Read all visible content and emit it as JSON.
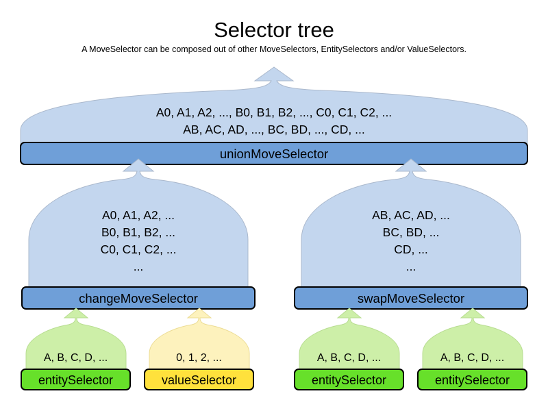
{
  "header": {
    "title": "Selector tree",
    "subtitle": "A MoveSelector can be composed out of other MoveSelectors, EntitySelectors and/or ValueSelectors."
  },
  "colors": {
    "blue_bar": "#6f9fd8",
    "blue_body": "#c3d6ee",
    "green_bar": "#67e02a",
    "green_body": "#cdefa8",
    "yellow_bar": "#ffe13c",
    "yellow_body": "#fdf2bd",
    "outline": "#000000",
    "body_outline": "#aab8cc",
    "background": "#ffffff",
    "text": "#000000"
  },
  "nodes": {
    "union": {
      "label": "unionMoveSelector",
      "lines": [
        "A0, A1, A2, ..., B0, B1, B2, ..., C0, C1, C2, ...",
        "AB, AC, AD, ..., BC, BD, ..., CD, ..."
      ]
    },
    "change": {
      "label": "changeMoveSelector",
      "lines": [
        "A0, A1, A2, ...",
        "B0, B1, B2, ...",
        "C0, C1, C2, ...",
        "..."
      ]
    },
    "swap": {
      "label": "swapMoveSelector",
      "lines": [
        "AB, AC, AD, ...",
        "BC, BD, ...",
        "CD, ...",
        "..."
      ]
    },
    "leaf1": {
      "label": "entitySelector",
      "lines": [
        "A, B, C, D, ..."
      ]
    },
    "leaf2": {
      "label": "valueSelector",
      "lines": [
        "0, 1, 2, ..."
      ]
    },
    "leaf3": {
      "label": "entitySelector",
      "lines": [
        "A, B, C, D, ..."
      ]
    },
    "leaf4": {
      "label": "entitySelector",
      "lines": [
        "A, B, C, D, ..."
      ]
    }
  }
}
